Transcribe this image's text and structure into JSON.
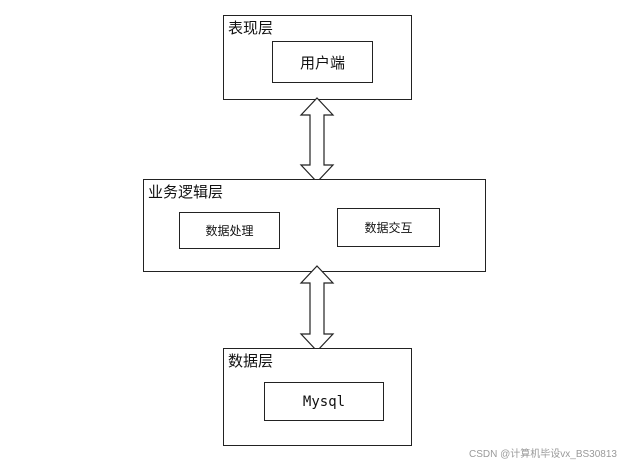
{
  "diagram": {
    "presentation_layer": {
      "title": "表现层",
      "components": [
        "用户端"
      ]
    },
    "logic_layer": {
      "title": "业务逻辑层",
      "components": [
        "数据处理",
        "数据交互"
      ]
    },
    "data_layer": {
      "title": "数据层",
      "components": [
        "Mysql"
      ]
    },
    "connectors": [
      "double-headed arrow",
      "double-headed arrow"
    ]
  },
  "watermark": "CSDN @计算机毕设vx_BS30813"
}
